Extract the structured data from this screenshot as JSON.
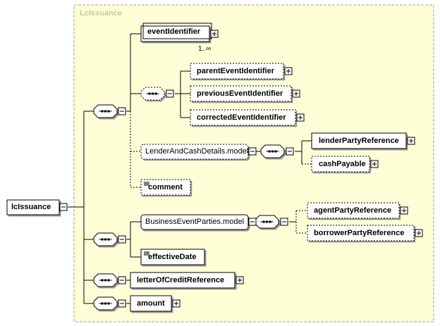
{
  "container": {
    "title": "LcIssuance"
  },
  "root": {
    "label": "lcIssuance"
  },
  "elements": {
    "event_identifier": "eventIdentifier",
    "multiplicity": "1..∞",
    "parent_event_identifier": "parentEventIdentifier",
    "previous_event_identifier": "previousEventIdentifier",
    "corrected_event_identifier": "correctedEventIdentifier",
    "lender_group": "LenderAndCashDetails.model",
    "lender_party_reference": "lenderPartyReference",
    "cash_payable": "cashPayable",
    "comment": "comment",
    "business_group": "BusinessEventParties.model",
    "agent_party_reference": "agentPartyReference",
    "borrower_party_reference": "borrowerPartyReference",
    "effective_date": "effectiveDate",
    "letter_of_credit_reference": "letterOfCreditReference",
    "amount": "amount"
  },
  "colors": {
    "container_fill": "#ffffd7",
    "container_border": "#a0a0a0",
    "title": "#c8c8a0"
  }
}
